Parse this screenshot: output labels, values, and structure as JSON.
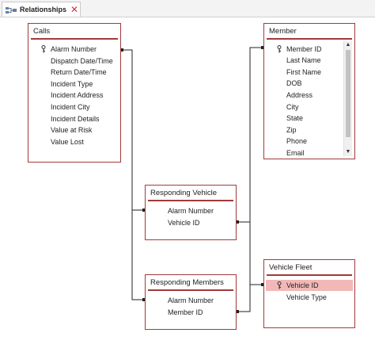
{
  "tab": {
    "label": "Relationships",
    "icon": "relationships-icon",
    "close_icon": "close-icon",
    "close_glyph": "✕"
  },
  "colors": {
    "border": "#a23b3b",
    "selected_row": "#f2b8b8",
    "line": "#222222"
  },
  "tables": {
    "calls": {
      "title": "Calls",
      "fields": [
        "Alarm Number",
        "Dispatch Date/Time",
        "Return Date/Time",
        "Incident Type",
        "Incident Address",
        "Incident City",
        "Incident Details",
        "Value at Risk",
        "Value Lost"
      ],
      "key_field": "Alarm Number"
    },
    "member": {
      "title": "Member",
      "fields": [
        "Member ID",
        "Last Name",
        "First Name",
        "DOB",
        "Address",
        "City",
        "State",
        "Zip",
        "Phone",
        "Email"
      ],
      "key_field": "Member ID"
    },
    "responding_vehicle": {
      "title": "Responding Vehicle",
      "fields": [
        "Alarm Number",
        "Vehicle ID"
      ]
    },
    "responding_members": {
      "title": "Responding Members",
      "fields": [
        "Alarm Number",
        "Member ID"
      ]
    },
    "vehicle_fleet": {
      "title": "Vehicle Fleet",
      "fields": [
        "Vehicle ID",
        "Vehicle Type"
      ],
      "key_field": "Vehicle ID",
      "selected_field": "Vehicle ID"
    }
  },
  "scrollbar": {
    "up_glyph": "▲",
    "down_glyph": "▼"
  }
}
